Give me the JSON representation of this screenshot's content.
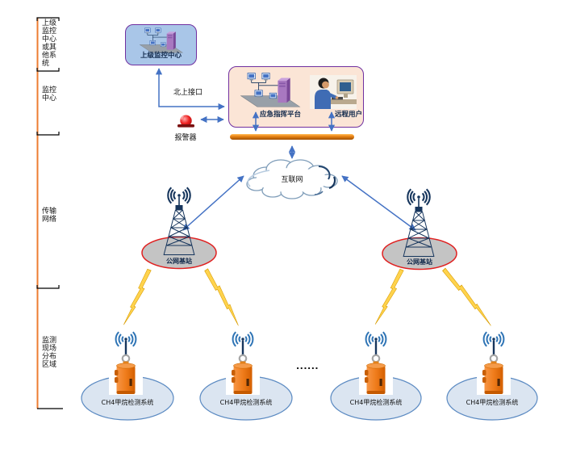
{
  "sidebar": {
    "sections": [
      {
        "label": "上级\n监控\n中心\n或其\n他系\n统"
      },
      {
        "label": "监控\n中心"
      },
      {
        "label": "传输\n网络"
      },
      {
        "label": "监测\n现场\n分布\n区域"
      }
    ]
  },
  "nodes": {
    "upper_center": {
      "label": "上级监控中心"
    },
    "north_interface": {
      "label": "北上接口"
    },
    "alarm": {
      "label": "报警器"
    },
    "command_platform": {
      "label": "应急指挥平台"
    },
    "remote_user": {
      "label": "远程用户"
    },
    "internet": {
      "label": "互联网"
    },
    "base_station_left": {
      "label": "公网基站"
    },
    "base_station_right": {
      "label": "公网基站"
    },
    "detectors": [
      "CH4甲烷检测系统",
      "CH4甲烷检测系统",
      "CH4甲烷检测系统",
      "CH4甲烷检测系统"
    ],
    "ellipsis": "......"
  },
  "colors": {
    "upper_box_fill": "#a9c6e8",
    "big_box_fill": "#fbe5d6",
    "box_border": "#7030a0",
    "connector_blue": "#4472c4",
    "bus_bar_orange": "#e8941a",
    "station_ellipse_fill": "#c4c4c4",
    "station_ellipse_border": "#e02020",
    "site_ellipse_fill": "#dbe5f1",
    "bolt_yellow": "#ffd34d",
    "sidebar_line_orange": "#ed7d31",
    "tower_navy": "#17365d",
    "device_orange": "#e36c09"
  }
}
